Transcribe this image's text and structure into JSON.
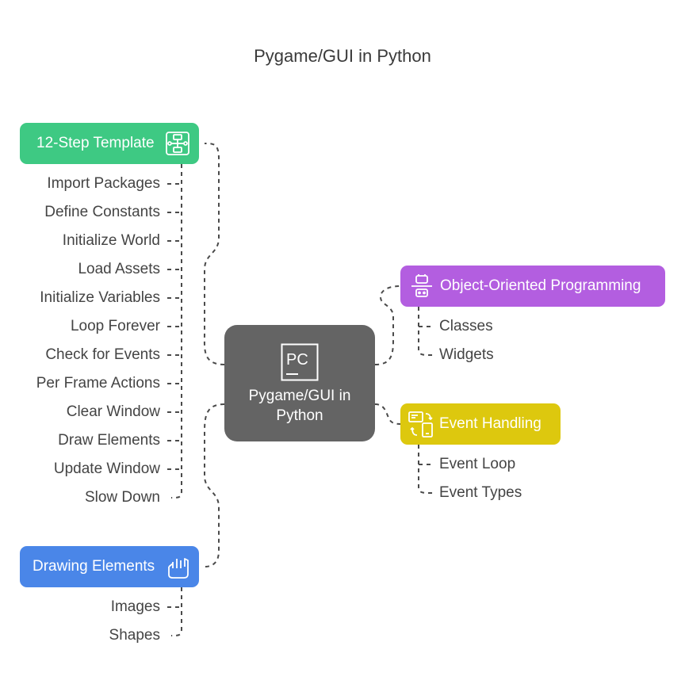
{
  "title": "Pygame/GUI in Python",
  "center": {
    "label_line1": "Pygame/GUI in",
    "label_line2": "Python",
    "icon": "pycharm-pc-icon"
  },
  "branches": {
    "template": {
      "label": "12-Step Template",
      "color": "#3ec983",
      "icon": "flowchart-icon",
      "items": [
        "Import Packages",
        "Define Constants",
        "Initialize World",
        "Load Assets",
        "Initialize Variables",
        "Loop Forever",
        "Check for Events",
        "Per Frame Actions",
        "Clear Window",
        "Draw Elements",
        "Update Window",
        "Slow Down"
      ]
    },
    "drawing": {
      "label": "Drawing Elements",
      "color": "#4a86e8",
      "icon": "paint-hand-icon",
      "items": [
        "Images",
        "Shapes"
      ]
    },
    "oop": {
      "label": "Object-Oriented Programming",
      "color": "#b35ee0",
      "icon": "robot-objects-icon",
      "items": [
        "Classes",
        "Widgets"
      ]
    },
    "events": {
      "label": "Event Handling",
      "color": "#ddc80e",
      "icon": "device-sync-icon",
      "items": [
        "Event Loop",
        "Event Types"
      ]
    }
  }
}
